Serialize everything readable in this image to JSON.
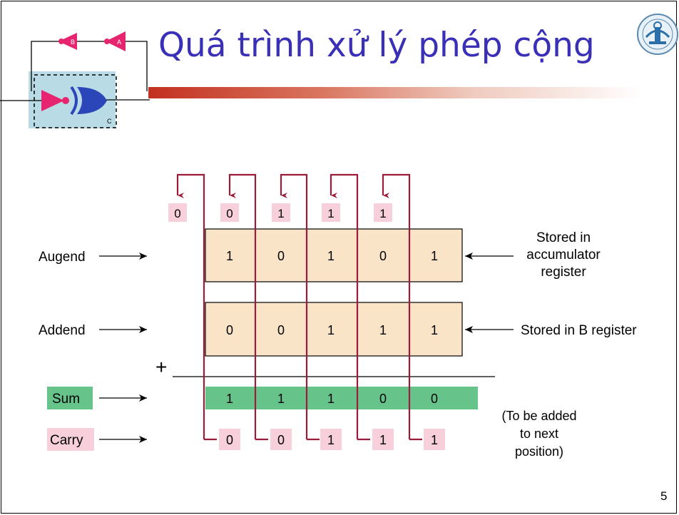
{
  "slide": {
    "title": "Quá trình xử lý phép cộng",
    "page_number": "5"
  },
  "logo": {
    "gate_labels": [
      "B",
      "A",
      "C"
    ]
  },
  "diagram": {
    "carry_in_row": [
      "0",
      "0",
      "1",
      "1",
      "1"
    ],
    "augend_label": "Augend",
    "augend_bits": [
      "1",
      "0",
      "1",
      "0",
      "1"
    ],
    "augend_note": [
      "Stored in",
      "accumulator",
      "register"
    ],
    "addend_label": "Addend",
    "addend_bits": [
      "0",
      "0",
      "1",
      "1",
      "1"
    ],
    "addend_note": "Stored in B register",
    "plus_sign": "+",
    "sum_label": "Sum",
    "sum_bits": [
      "1",
      "1",
      "1",
      "0",
      "0"
    ],
    "carry_label": "Carry",
    "carry_bits": [
      "0",
      "0",
      "1",
      "1",
      "1"
    ],
    "carry_note": [
      "(To be added",
      "to next",
      "position)"
    ]
  },
  "colors": {
    "title": "#3a2fb7",
    "register_fill": "#f9e4c7",
    "sum_fill": "#66c38a",
    "pink_box": "#f8d0dc",
    "wire": "#9b1b3a"
  }
}
